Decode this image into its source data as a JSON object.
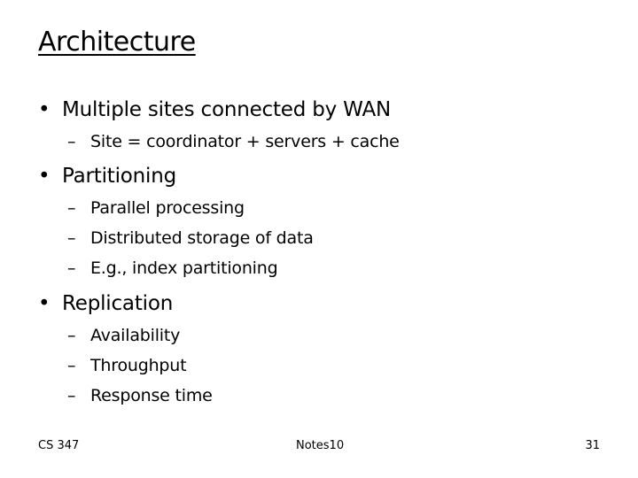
{
  "slide": {
    "title": "Architecture",
    "bullet_marker": "•",
    "sub_marker": "–",
    "sections": [
      {
        "label": "Multiple sites connected by WAN",
        "items": [
          "Site = coordinator + servers + cache"
        ]
      },
      {
        "label": "Partitioning",
        "items": [
          "Parallel processing",
          "Distributed storage of data",
          "E.g., index partitioning"
        ]
      },
      {
        "label": "Replication",
        "items": [
          "Availability",
          "Throughput",
          "Response time"
        ]
      }
    ]
  },
  "footer": {
    "course": "CS 347",
    "notes": "Notes10",
    "page_number": "31"
  }
}
